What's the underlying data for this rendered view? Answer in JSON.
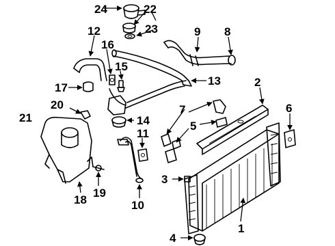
{
  "callouts": {
    "c1": "1",
    "c2": "2",
    "c3": "3",
    "c4": "4",
    "c5": "5",
    "c6": "6",
    "c7": "7",
    "c8": "8",
    "c9": "9",
    "c10": "10",
    "c11": "11",
    "c12": "12",
    "c13": "13",
    "c14": "14",
    "c15": "15",
    "c16": "16",
    "c17": "17",
    "c18": "18",
    "c19": "19",
    "c20": "20",
    "c21": "21",
    "c22": "22",
    "c23": "23",
    "c24": "24"
  },
  "colors": {
    "line": "#000000",
    "background": "#ffffff"
  }
}
